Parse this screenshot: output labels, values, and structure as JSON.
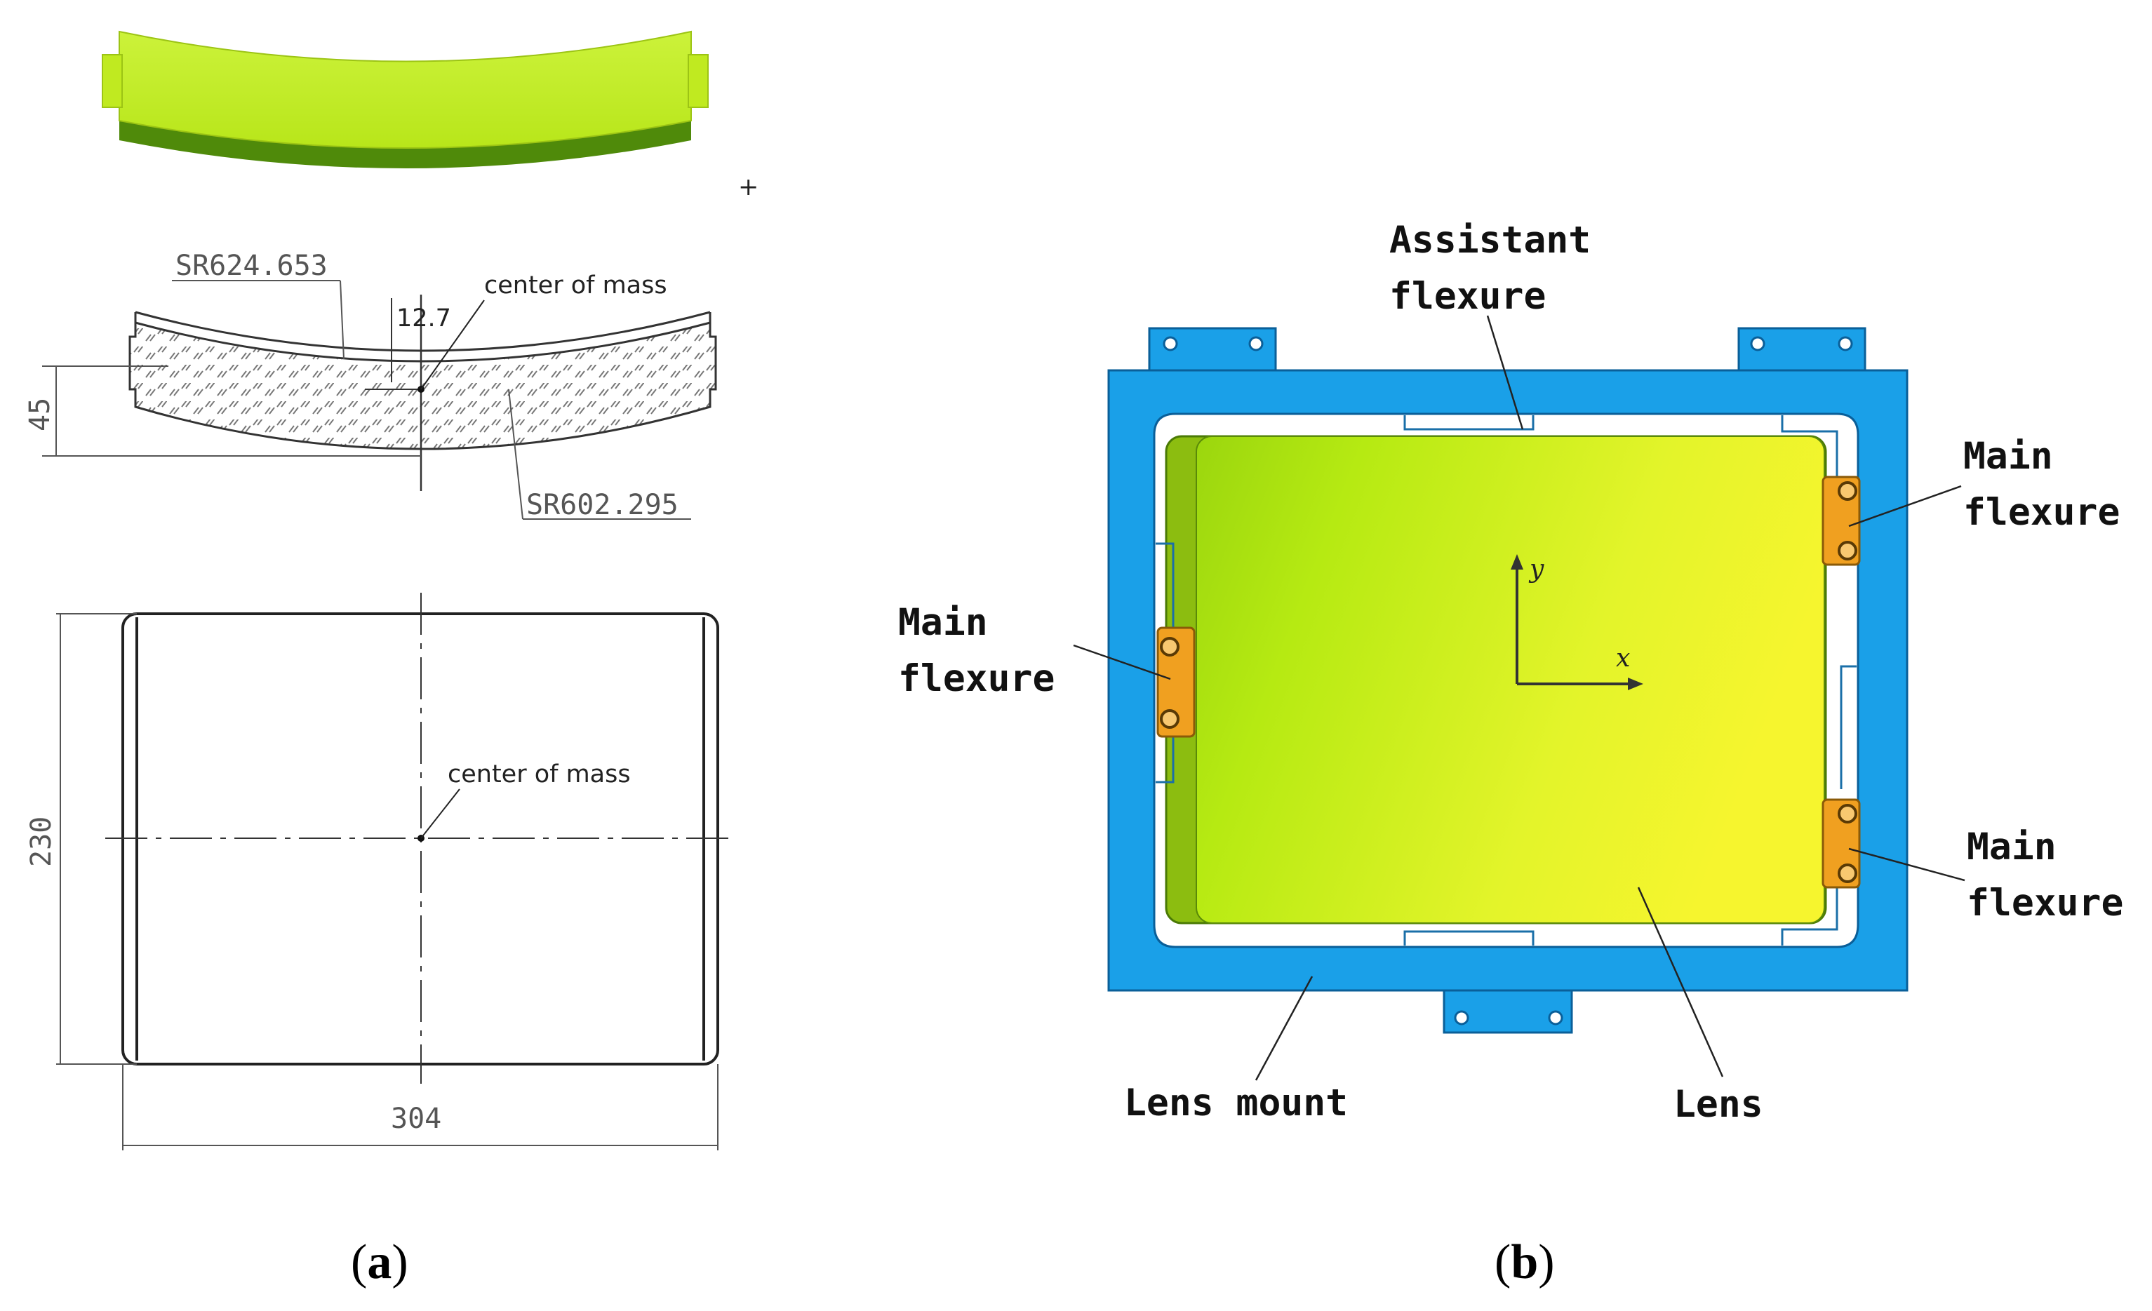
{
  "panel_a": {
    "label_open": "(",
    "label_letter": "a",
    "label_close": ")",
    "dim_sr_top": "SR624.653",
    "dim_sr_bottom": "SR602.295",
    "dim_offset": "12.7",
    "dim_thickness": "45",
    "dim_height": "230",
    "dim_width": "304",
    "center_of_mass_side": "center of mass",
    "center_of_mass_front": "center of mass",
    "lens_color": "#c6f020"
  },
  "panel_b": {
    "label_open": "(",
    "label_letter": "b",
    "label_close": ")",
    "assistant_flexure_line1": "Assistant",
    "assistant_flexure_line2": "flexure",
    "main_flexure_left_line1": "Main",
    "main_flexure_left_line2": "flexure",
    "main_flexure_top_right_line1": "Main",
    "main_flexure_top_right_line2": "flexure",
    "main_flexure_bottom_right_line1": "Main",
    "main_flexure_bottom_right_line2": "flexure",
    "lens_mount_label": "Lens mount",
    "lens_label": "Lens",
    "axis_x": "x",
    "axis_y": "y",
    "mount_color": "#1aa0e8",
    "flexure_color": "#f0a020"
  }
}
